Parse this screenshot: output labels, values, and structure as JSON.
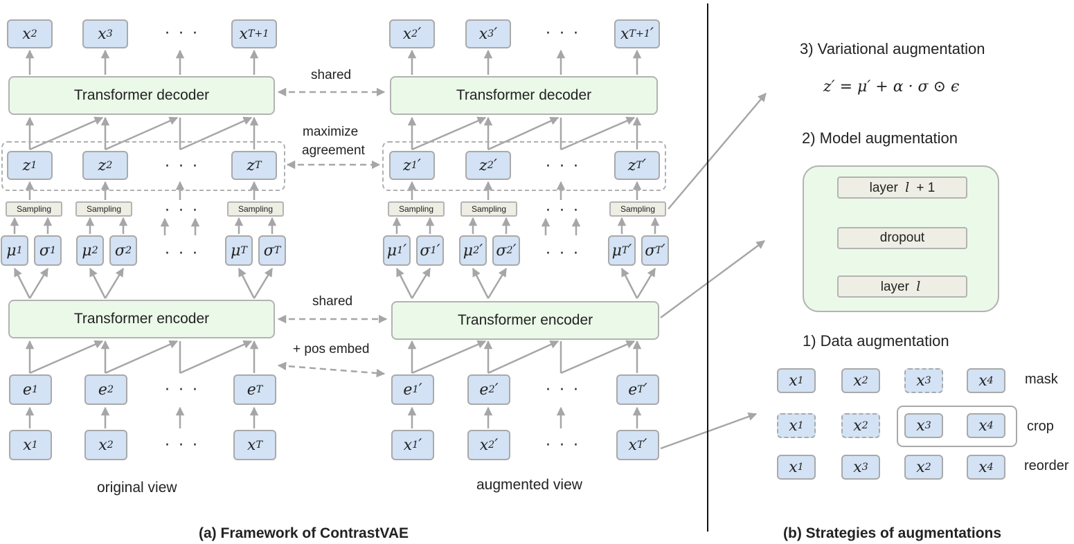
{
  "left": {
    "decoder_label": "Transformer decoder",
    "encoder_label": "Transformer encoder",
    "sampling_label": "Sampling",
    "original_outputs": [
      "x_2",
      "x_3",
      "x_{T+1}"
    ],
    "original_latents": [
      "z_1",
      "z_2",
      "z_T"
    ],
    "original_params": [
      [
        "μ_1",
        "σ_1"
      ],
      [
        "μ_2",
        "σ_2"
      ],
      [
        "μ_T",
        "σ_T"
      ]
    ],
    "original_embeds": [
      "e_1",
      "e_2",
      "e_T"
    ],
    "original_inputs": [
      "x_1",
      "x_2",
      "x_T"
    ],
    "aug_outputs": [
      "x_2'",
      "x_3'",
      "x_{T+1}'"
    ],
    "aug_latents": [
      "z_1'",
      "z_2'",
      "z_T'"
    ],
    "aug_params": [
      [
        "μ_1'",
        "σ_1'"
      ],
      [
        "μ_2'",
        "σ_2'"
      ],
      [
        "μ_T'",
        "σ_T'"
      ]
    ],
    "aug_embeds": [
      "e_1'",
      "e_2'",
      "e_T'"
    ],
    "aug_inputs": [
      "x_1'",
      "x_2'",
      "x_T'"
    ],
    "dots": "· · ·",
    "shared_label": "shared",
    "agreement_label_1": "maximize",
    "agreement_label_2": "agreement",
    "pos_embed_label": "+ pos embed",
    "original_view": "original view",
    "augmented_view": "augmented view",
    "caption": "(a) Framework of ContrastVAE"
  },
  "right": {
    "variational_title": "3) Variational augmentation",
    "formula": "z′ = μ′ + α · σ ⊙ ϵ",
    "model_title": "2) Model augmentation",
    "layers": [
      "layer l + 1",
      "dropout",
      "layer l"
    ],
    "data_title": "1) Data augmentation",
    "rows": [
      {
        "label": "mask",
        "items": [
          "x_1",
          "x_2",
          "x_3",
          "x_4"
        ],
        "dashed": [
          false,
          false,
          true,
          false
        ]
      },
      {
        "label": "crop",
        "items": [
          "x_1",
          "x_2",
          "x_3",
          "x_4"
        ],
        "dashed": [
          true,
          true,
          false,
          false
        ]
      },
      {
        "label": "reorder",
        "items": [
          "x_1",
          "x_3",
          "x_2",
          "x_4"
        ],
        "dashed": [
          false,
          false,
          false,
          false
        ]
      }
    ],
    "caption": "(b) Strategies of augmentations"
  },
  "colors": {
    "node_fill": "#d3e2f4",
    "block_fill": "#ebf9e9",
    "sampling_fill": "#eeeee4",
    "stroke": "#a9a9a9"
  }
}
